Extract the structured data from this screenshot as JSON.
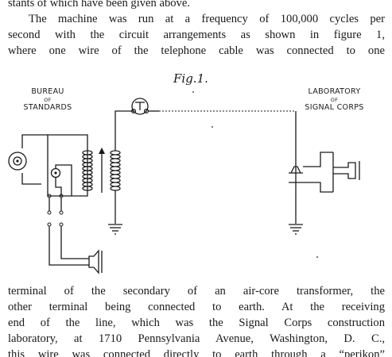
{
  "text_top": {
    "lines": [
      "stants of which have been given above.",
      "The machine was run at a frequency of 100,000 cycles per",
      "second with the circuit arrangements as shown in figure 1,",
      "where one wire of the telephone cable was connected to one"
    ]
  },
  "figure": {
    "title": "Fig.1.",
    "left_label": {
      "line1": "BUREAU",
      "line2": "OF",
      "line3": "STANDARDS"
    },
    "right_label": {
      "line1": "LABORATORY",
      "line2": "OF",
      "line3": "SIGNAL CORPS"
    }
  },
  "text_bottom": {
    "lines": [
      "terminal of the secondary of an air-core transformer, the",
      "other terminal being connected to earth. At the receiving",
      "end of the line, which was the Signal Corps construction",
      "laboratory, at 1710 Pennsylvania Avenue, Washington, D. C.,",
      "this wire was connected directly to earth through a “perikon”"
    ]
  }
}
